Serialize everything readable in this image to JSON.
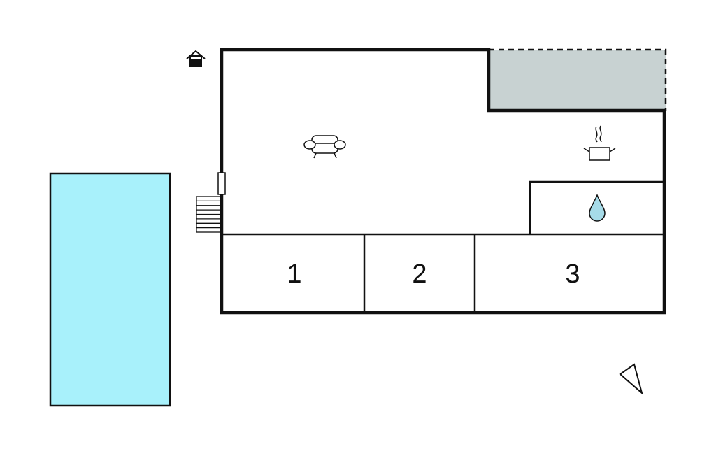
{
  "colors": {
    "wall": "#111111",
    "background": "#ffffff",
    "pool": "#a8f1fb",
    "terrace": "#c8d2d2",
    "water_drop": "#a6dbe8"
  },
  "rooms": [
    {
      "label": "1",
      "type": "bedroom"
    },
    {
      "label": "2",
      "type": "bedroom"
    },
    {
      "label": "3",
      "type": "bedroom"
    }
  ],
  "icons": {
    "entrance": "home-entrance-icon",
    "living": "sofa-icon",
    "kitchen": "cooking-pot-icon",
    "bathroom": "water-drop-icon",
    "north": "compass-arrow-icon"
  }
}
